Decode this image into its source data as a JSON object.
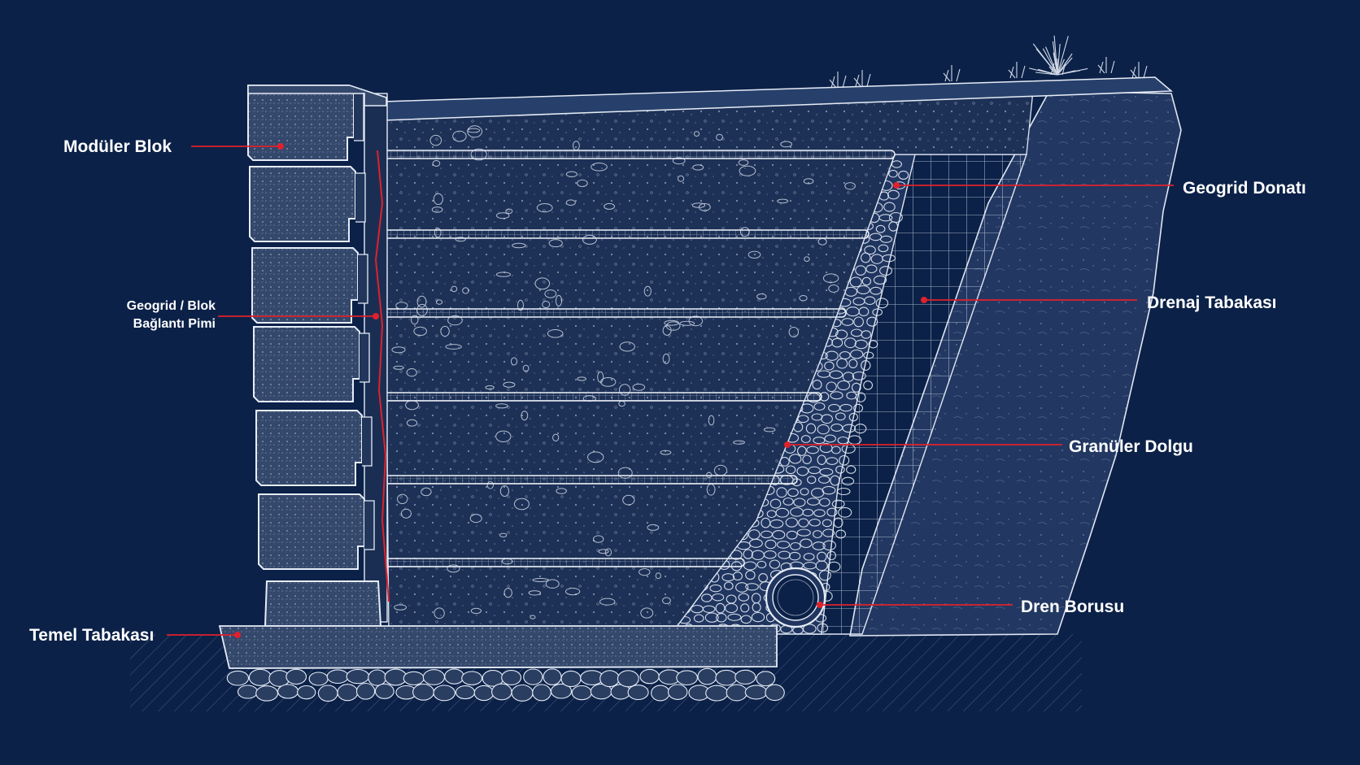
{
  "colors": {
    "background": "#0b2148",
    "sketch": "#e6ecf6",
    "leader": "#e0212b",
    "soil": "#1d3157",
    "blockFill": "#2b3f63"
  },
  "labels": {
    "modular_block": "Modüler Blok",
    "connection_pin_line1": "Geogrid / Blok",
    "connection_pin_line2": "Bağlantı Pimi",
    "foundation_layer": "Temel Tabakası",
    "geogrid": "Geogrid Donatı",
    "drainage_layer": "Drenaj Tabakası",
    "granular_fill": "Granüler Dolgu",
    "drain_pipe": "Dren Borusu"
  }
}
